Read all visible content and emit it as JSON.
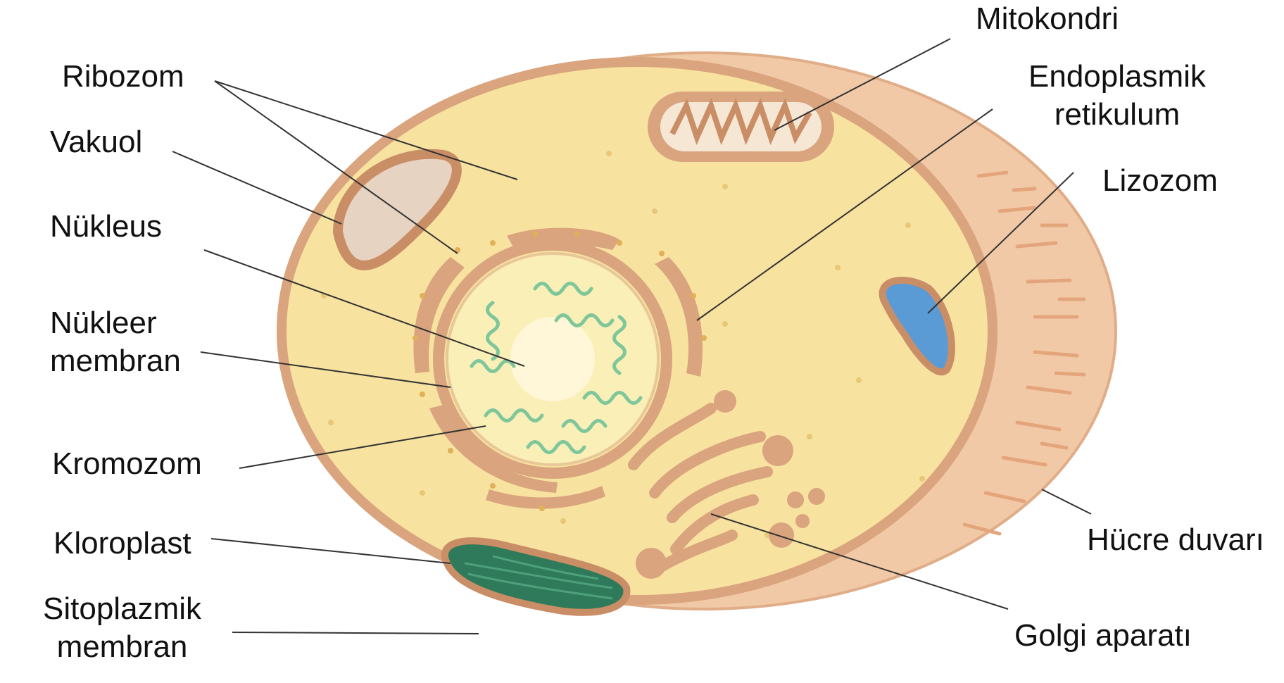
{
  "labels": {
    "ribozom": "Ribozom",
    "vakuol": "Vakuol",
    "nukleus": "Nükleus",
    "nukleer_membran_1": "Nükleer",
    "nukleer_membran_2": "membran",
    "kromozom": "Kromozom",
    "kloroplast": "Kloroplast",
    "sitoplazmik_membran_1": "Sitoplazmik",
    "sitoplazmik_membran_2": "membran",
    "mitokondri": "Mitokondri",
    "endoplasmik_retikulum_1": "Endoplasmik",
    "endoplasmik_retikulum_2": "retikulum",
    "lizozom": "Lizozom",
    "hucre_duvari": "Hücre duvarı",
    "golgi_aparati": "Golgi aparatı"
  },
  "colors": {
    "cytoplasm": "#f8e4a0",
    "membrane": "#d9a47e",
    "cell_wall": "#f0c9a8",
    "nucleus": "#fbefb8",
    "chromosome": "#7fc79a",
    "chloroplast": "#2f7a5a",
    "lysosome": "#5b9bd5",
    "vacuole": "#e6d3c3",
    "leader_line": "#333333"
  }
}
